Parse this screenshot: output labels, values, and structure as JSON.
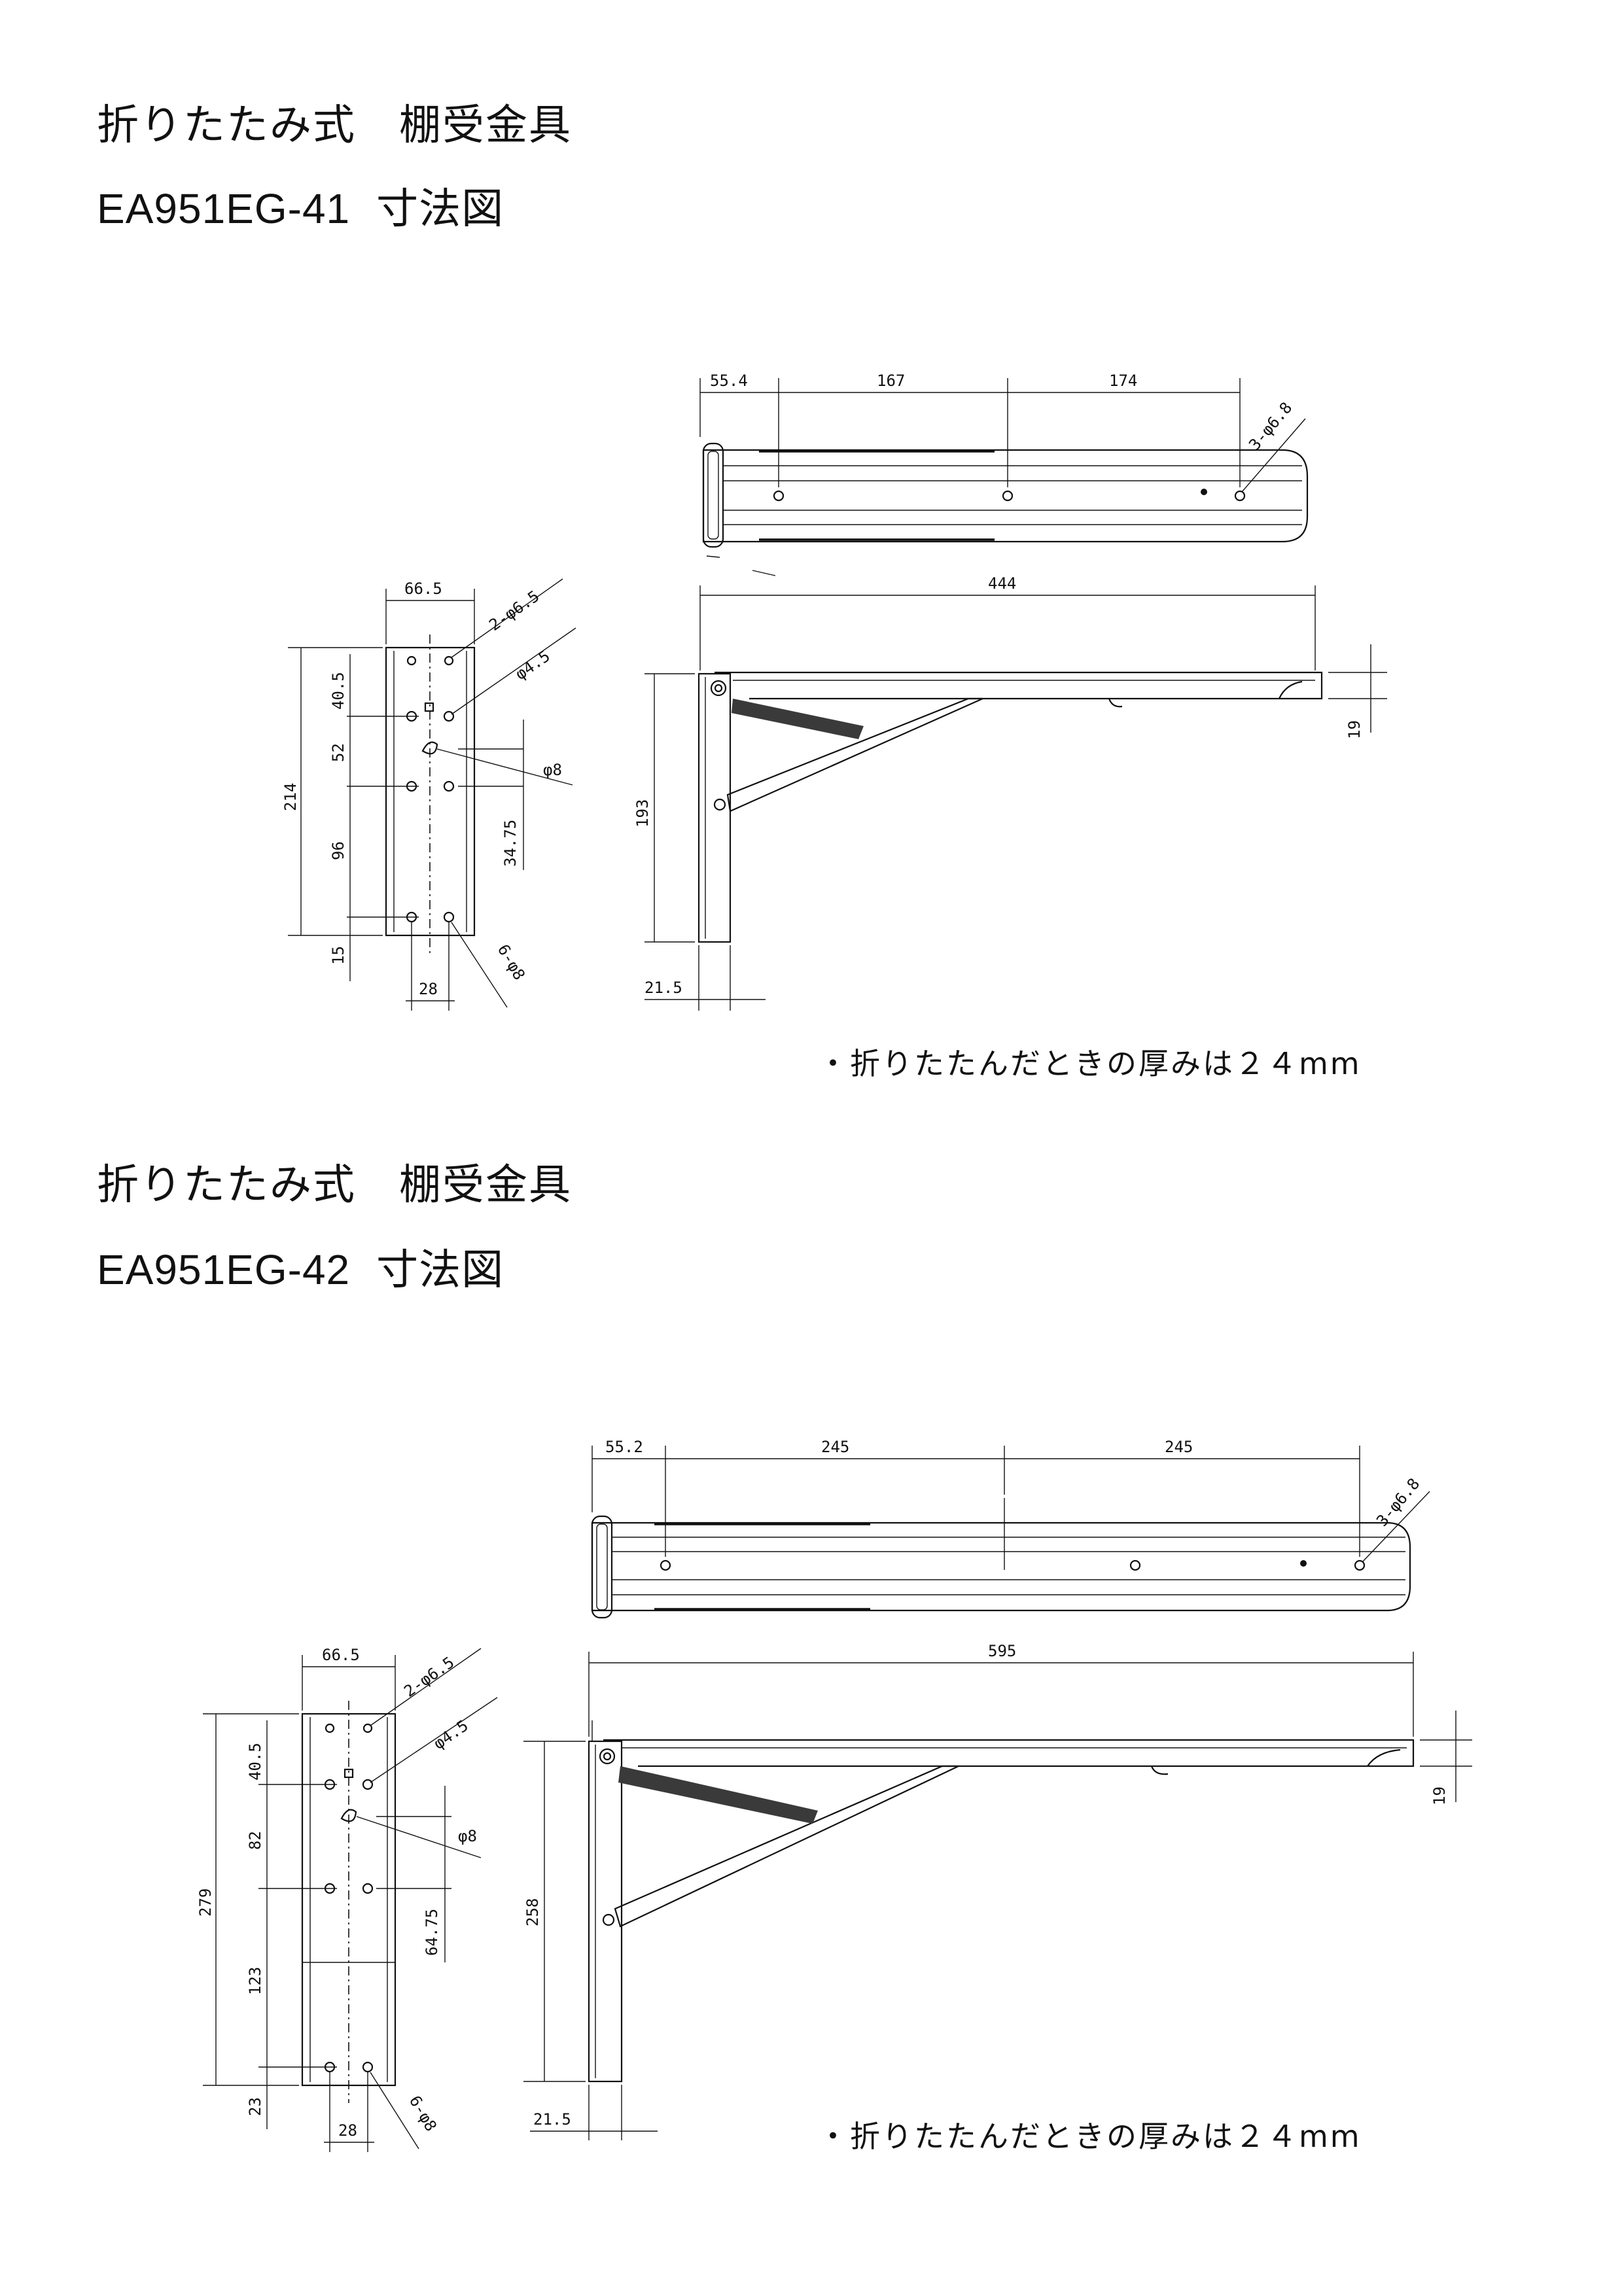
{
  "sections": [
    {
      "title": "折りたたみ式　棚受金具",
      "model": "EA951EG-41",
      "subtitle": "寸法図",
      "note": "・折りたたんだときの厚みは２４mm",
      "dims": {
        "top_pitch_1": "55.4",
        "top_pitch_2": "167",
        "top_pitch_3": "174",
        "top_holes": "3-φ6.8",
        "arm_length": "444",
        "arm_thickness": "19",
        "height": "193",
        "base_offset": "21.5",
        "plate_width": "66.5",
        "plate_holes": "2-φ6.5",
        "hole_small": "φ4.5",
        "hole_8": "φ8",
        "plate_height": "214",
        "pitch_a": "40.5",
        "pitch_b": "52",
        "pitch_c": "96",
        "pitch_d": "15",
        "offset": "34.75",
        "hole_spacing": "28",
        "bottom_holes": "6-φ8"
      }
    },
    {
      "title": "折りたたみ式　棚受金具",
      "model": "EA951EG-42",
      "subtitle": "寸法図",
      "note": "・折りたたんだときの厚みは２４mm",
      "dims": {
        "top_pitch_1": "55.2",
        "top_pitch_2": "245",
        "top_pitch_3": "245",
        "top_holes": "3-φ6.8",
        "arm_length": "595",
        "arm_thickness": "19",
        "height": "258",
        "base_offset": "21.5",
        "plate_width": "66.5",
        "plate_holes": "2-φ6.5",
        "hole_small": "φ4.5",
        "hole_8": "φ8",
        "plate_height": "279",
        "pitch_a": "40.5",
        "pitch_b": "82",
        "pitch_c": "123",
        "pitch_d": "23",
        "offset": "64.75",
        "hole_spacing": "28",
        "bottom_holes": "6-φ8"
      }
    }
  ]
}
